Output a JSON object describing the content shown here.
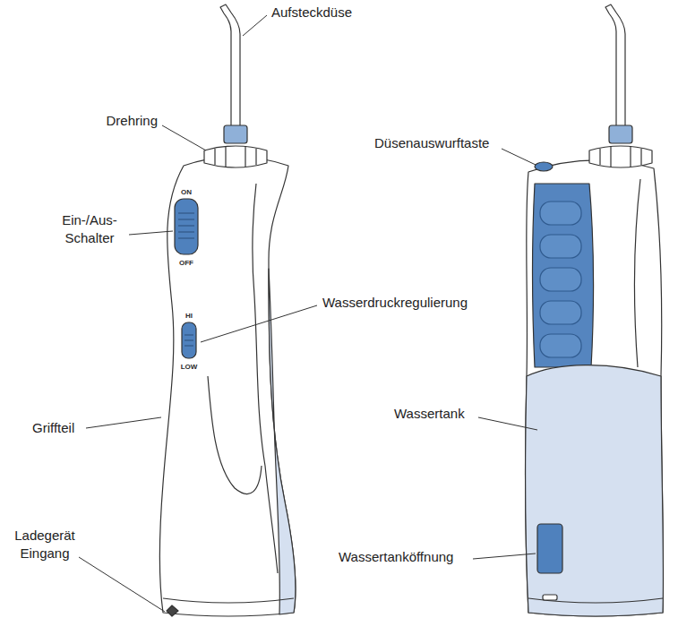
{
  "diagram": {
    "labels": [
      "Aufsteckdüse",
      "Drehring",
      "Ein-/Aus- Schalter",
      "Wasserdruckregulierung",
      "Griffteil",
      "Ladegerät Eingang",
      "Düsenauswurftaste",
      "Wassertank",
      "Wassertanköffnung",
      "ON",
      "OFF",
      "HI",
      "LOW"
    ]
  }
}
